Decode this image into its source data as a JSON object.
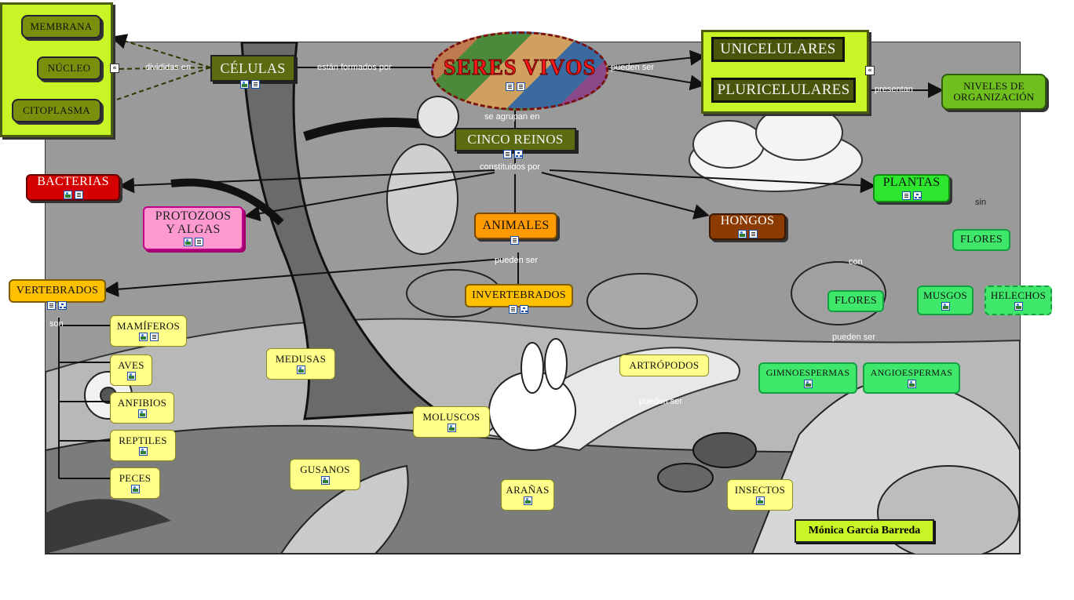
{
  "title": "SERES VIVOS",
  "author": "Mónica García Barreda",
  "panel_left": {
    "items": [
      "MEMBRANA",
      "NÚCLEO",
      "CITOPLASMA"
    ]
  },
  "panel_right": {
    "items": [
      "UNICELULARES",
      "PLURICELULARES"
    ]
  },
  "nodes": {
    "celulas": "CÉLULAS",
    "cinco_reinos": "CINCO REINOS",
    "niveles": "NIVELES DE ORGANIZACIÓN",
    "bacterias": "BACTERIAS",
    "protozoos": "PROTOZOOS Y ALGAS",
    "animales": "ANIMALES",
    "hongos": "HONGOS",
    "plantas": "PLANTAS",
    "vertebrados": "VERTEBRADOS",
    "invertebrados": "INVERTEBRADOS",
    "mamiferos": "MAMÍFEROS",
    "aves": "AVES",
    "anfibios": "ANFIBIOS",
    "reptiles": "REPTILES",
    "peces": "PECES",
    "medusas": "MEDUSAS",
    "gusanos": "GUSANOS",
    "moluscos": "MOLUSCOS",
    "artropodos": "ARTRÓPODOS",
    "aranas": "ARAÑAS",
    "insectos": "INSECTOS",
    "flores_sin": "FLORES",
    "flores_con": "FLORES",
    "musgos": "MUSGOS",
    "helechos": "HELECHOS",
    "gimnoespermas": "GIMNOESPERMAS",
    "angioespermas": "ANGIOESPERMAS"
  },
  "links": {
    "divididas_en": "divididas en",
    "estan_formados_por": "están formados por",
    "pueden_ser": "pueden ser",
    "presentan": "presentan",
    "se_agrupan_en": "se agrupan en",
    "constituidos_por": "constituidos por",
    "pueden_ser_animales": "pueden ser",
    "son": "son",
    "sin": "sin",
    "con": "con",
    "pueden_ser_plantas": "pueden ser",
    "pueden_ser_artropodos": "pueden ser"
  },
  "icons": [
    "image-icon",
    "document-icon",
    "map-icon",
    "link-icon",
    "collapse-icon"
  ]
}
